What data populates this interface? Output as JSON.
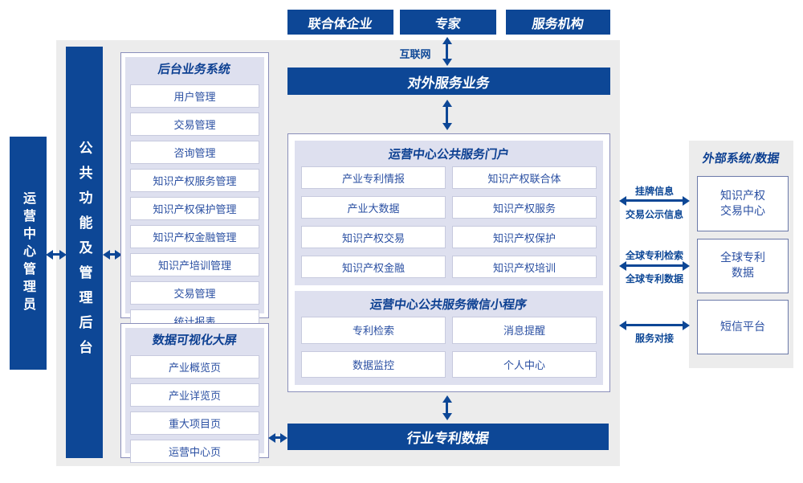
{
  "colors": {
    "dark_blue": "#0d4796",
    "lavender_panel": "#dee0ef",
    "panel_border": "#8a8eba",
    "ext_box_border": "#6b79a8",
    "background_gray": "#ececec",
    "item_text": "#2a4fa2",
    "header_text": "#0d4092",
    "arrow": "#0d4796"
  },
  "top_nodes": {
    "n1": "联合体企业",
    "n2": "专家",
    "n3": "服务机构"
  },
  "internet_label": "互联网",
  "bars": {
    "external_service": "对外服务业务",
    "industry_patent_data": "行业专利数据"
  },
  "left": {
    "admin": "运营中心管理员",
    "backend": "公共功能及管理后台",
    "backend_system": {
      "title": "后台业务系统",
      "items": [
        "用户管理",
        "交易管理",
        "咨询管理",
        "知识产权服务管理",
        "知识产权保护管理",
        "知识产权金融管理",
        "知识产培训管理",
        "交易管理",
        "统计报表"
      ]
    },
    "visualization": {
      "title": "数据可视化大屏",
      "items": [
        "产业概览页",
        "产业详览页",
        "重大项目页",
        "运营中心页"
      ]
    }
  },
  "center": {
    "portal": {
      "title": "运营中心公共服务门户",
      "items": [
        "产业专利情报",
        "知识产权联合体",
        "产业大数据",
        "知识产权服务",
        "知识产权交易",
        "知识产权保护",
        "知识产权金融",
        "知识产权培训"
      ]
    },
    "miniprogram": {
      "title": "运营中心公共服务微信小程序",
      "items": [
        "专利检索",
        "消息提醒",
        "数据监控",
        "个人中心"
      ]
    }
  },
  "right": {
    "title": "外部系统/数据",
    "systems": [
      {
        "line1": "知识产权",
        "line2": "交易中心"
      },
      {
        "line1": "全球专利",
        "line2": "数据"
      },
      {
        "line1": "短信平台",
        "line2": ""
      }
    ],
    "link_labels": {
      "l1_top": "挂牌信息",
      "l1_bottom": "交易公示信息",
      "l2_top": "全球专利检索",
      "l2_bottom": "全球专利数据",
      "l3_bottom": "服务对接"
    }
  }
}
